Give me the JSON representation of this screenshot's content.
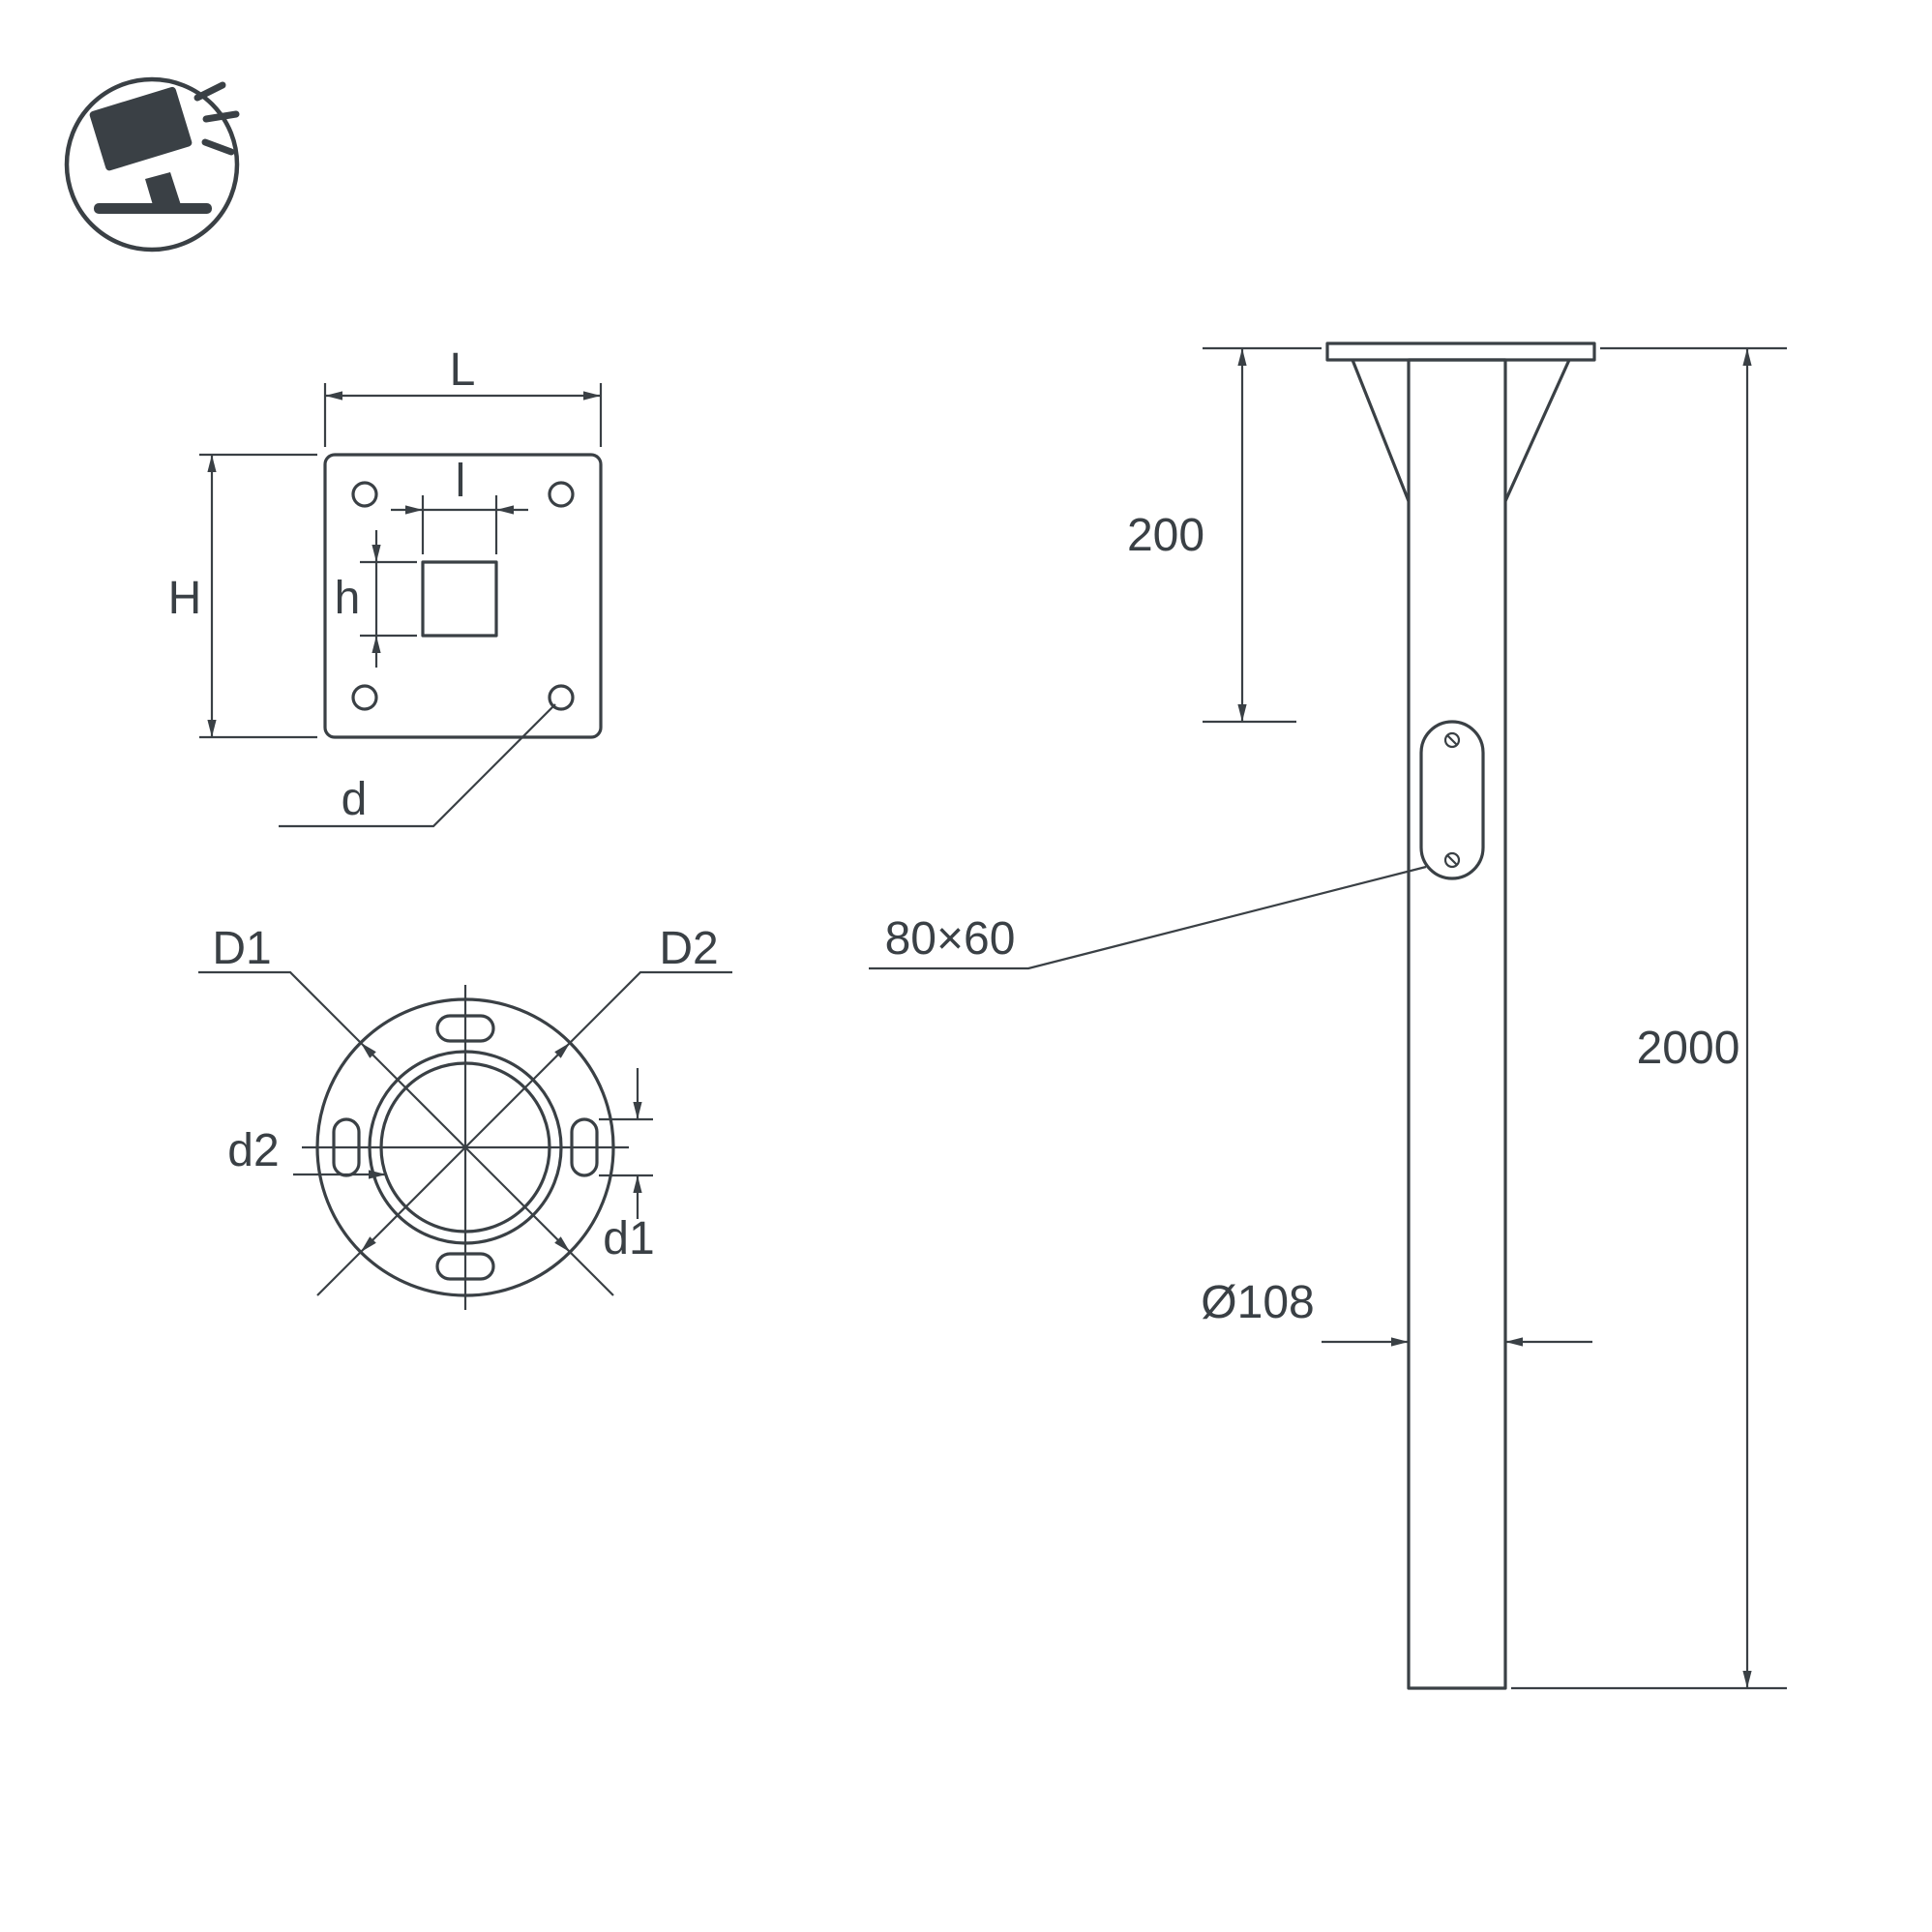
{
  "meta": {
    "background_color": "#ffffff",
    "line_color": "#3a4045",
    "drawing_type": "technical drawing of ground pole for floodlight"
  },
  "icon": {
    "name": "floodlight-on-stand-icon"
  },
  "top_view": {
    "plate_width": "L",
    "plate_height": "H",
    "inner_width": "l",
    "inner_height": "h",
    "hole_diameter": "d"
  },
  "bottom_view": {
    "outer_diameter": "D1",
    "bolt_circle_diameter": "D2",
    "bore_diameter": "d2",
    "slot_diameter": "d1"
  },
  "side_view": {
    "flange_to_hole": "200",
    "total_length": "2000",
    "hand_hole_size": "80×60",
    "pole_diameter": "Ø108"
  }
}
